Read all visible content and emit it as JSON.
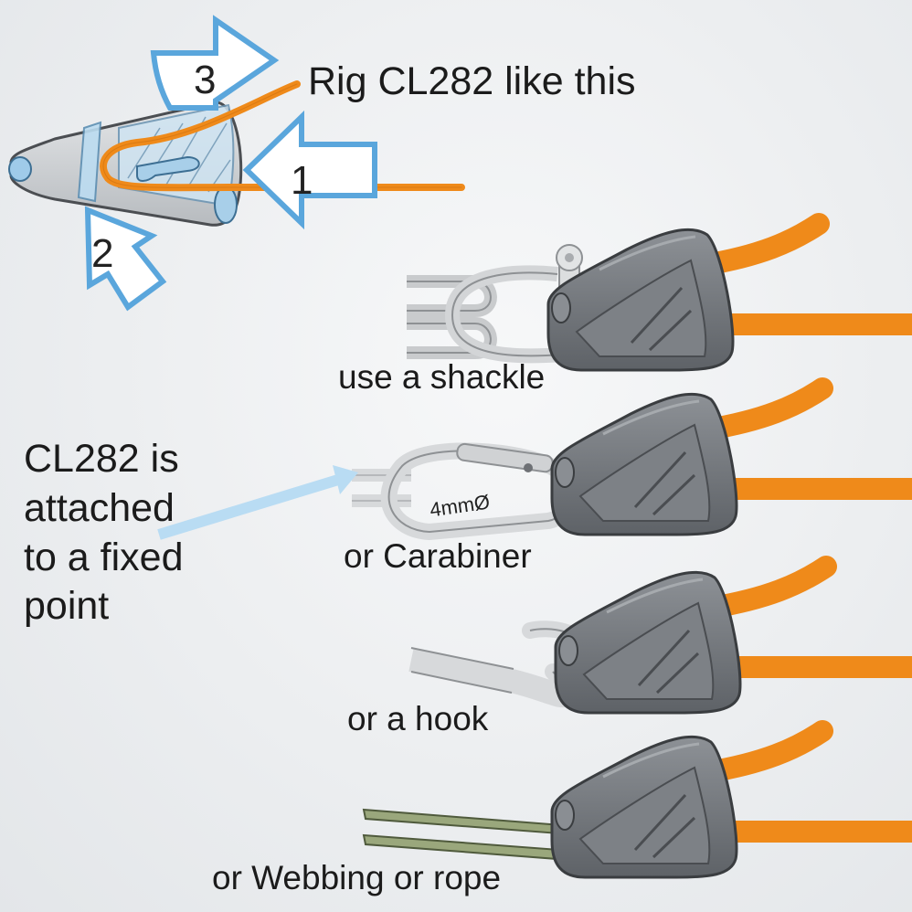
{
  "title": "Rig CL282 like this",
  "steps": [
    "1",
    "2",
    "3"
  ],
  "attachments": [
    {
      "caption": "use a shackle"
    },
    {
      "caption": "or Carabiner",
      "marking": "4mmØ"
    },
    {
      "caption": "or a hook"
    },
    {
      "caption": "or Webbing or rope"
    }
  ],
  "side_note": "CL282 is attached to a fixed point",
  "colors": {
    "rope": "#ef8a1a",
    "cleat": "#6f7378",
    "arrow_outline": "#5aa6dc",
    "pointer": "#b9dcf3",
    "webbing": "#9aa77c"
  }
}
